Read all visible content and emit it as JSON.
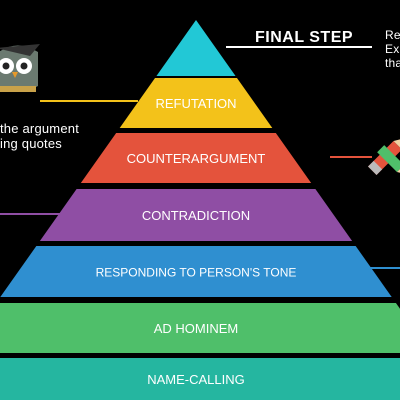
{
  "colors": {
    "background": "#000000",
    "connector": "#ffffff"
  },
  "pyramid": {
    "levels": [
      {
        "label": "",
        "color": "#22c8d6"
      },
      {
        "label": "REFUTATION",
        "color": "#f3c21a"
      },
      {
        "label": "COUNTERARGUMENT",
        "color": "#e4533c"
      },
      {
        "label": "CONTRADICTION",
        "color": "#8f4ea4"
      },
      {
        "label": "RESPONDING TO PERSON'S TONE",
        "color": "#2f8fd0"
      },
      {
        "label": "AD HOMINEM",
        "color": "#4fbf6a"
      },
      {
        "label": "NAME-CALLING",
        "color": "#25b6a0"
      }
    ]
  },
  "annotations": {
    "final_step": "FINAL STEP",
    "top_right_lines": [
      "Re",
      "Ex",
      "tha"
    ],
    "left_lines": [
      "the argument",
      "ing quotes"
    ]
  },
  "icons": {
    "owl": "owl-icon",
    "pencil": "pencil-icon"
  }
}
